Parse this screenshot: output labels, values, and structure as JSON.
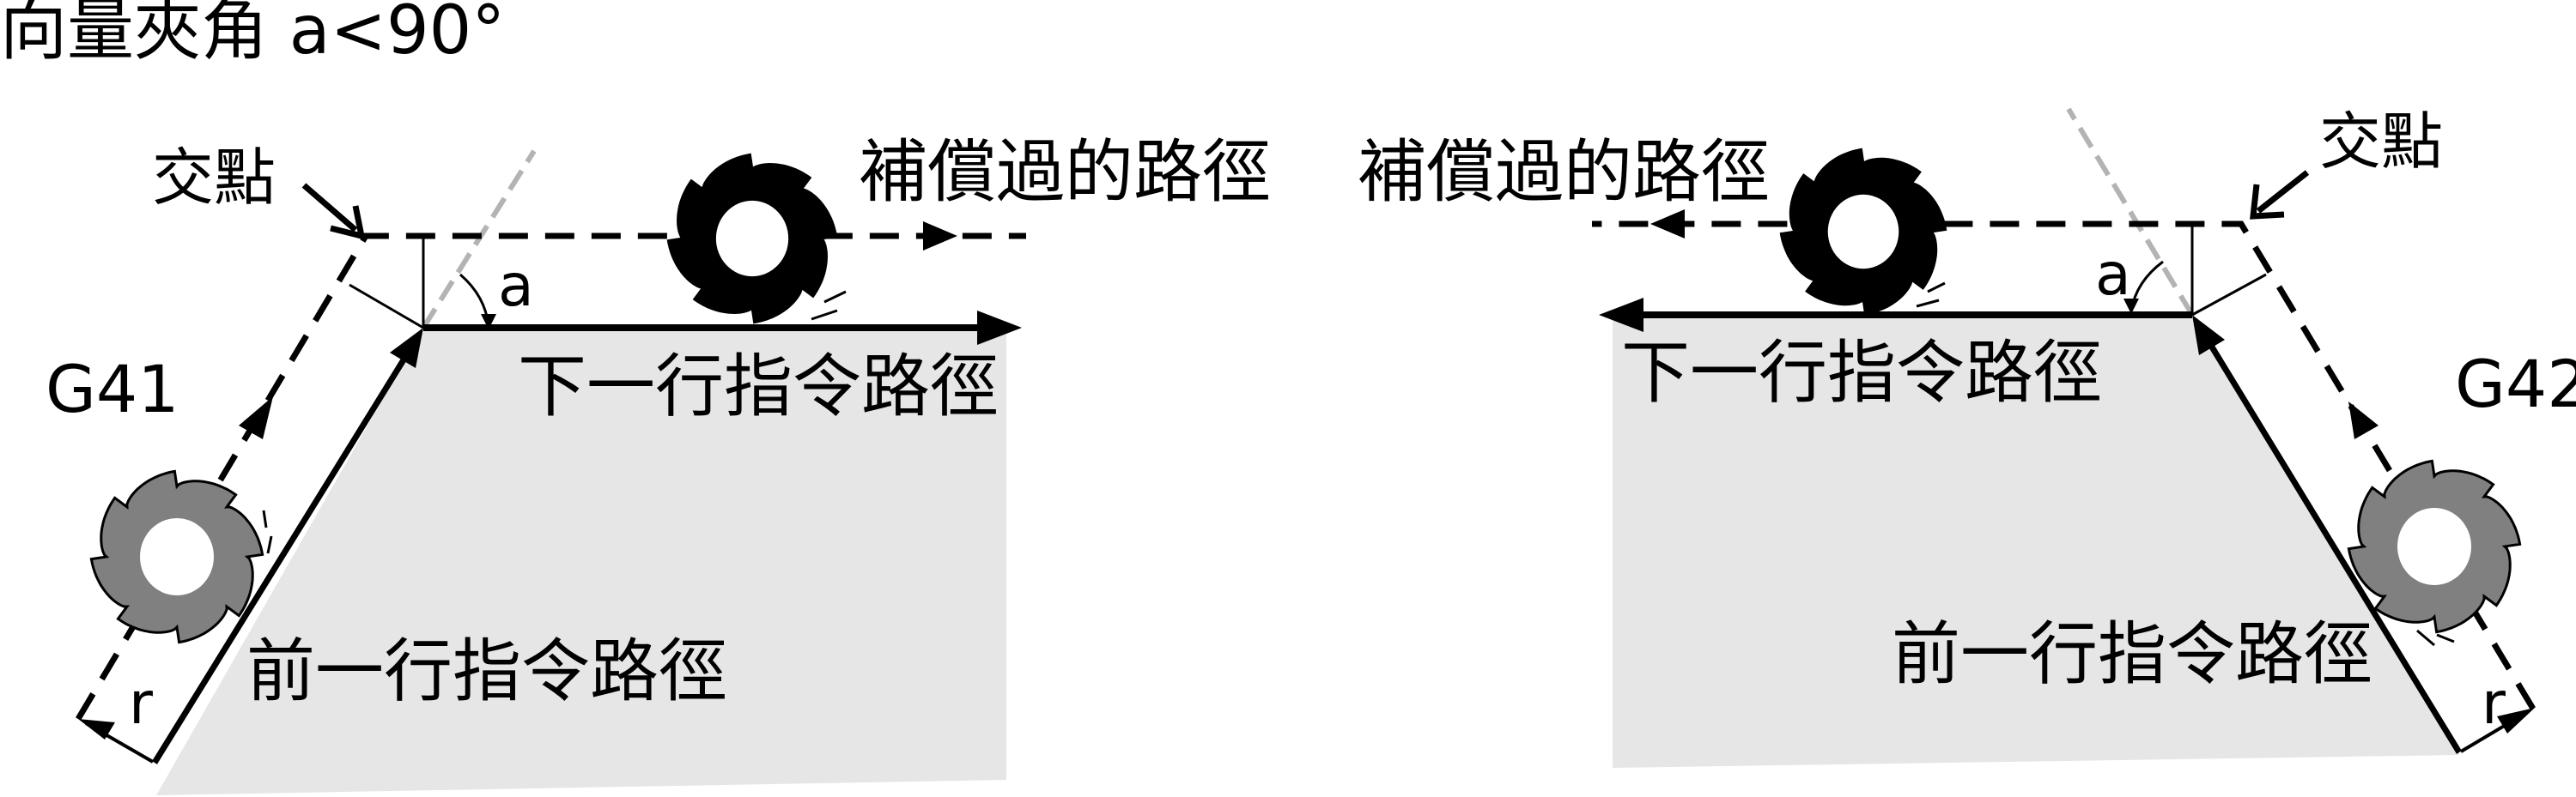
{
  "title": "向量夾角 a<90°",
  "colors": {
    "workpiece": "#e6e6e6",
    "cutter_active": "#000000",
    "cutter_prev": "#808080",
    "extension_line": "#b3b3b3"
  },
  "left": {
    "mode": "G41",
    "intersection_label": "交點",
    "compensated_path_label": "補償過的路徑",
    "next_path_label": "下一行指令路徑",
    "prev_path_label": "前一行指令路徑",
    "angle_label": "a",
    "radius_label": "r"
  },
  "right": {
    "mode": "G42",
    "intersection_label": "交點",
    "compensated_path_label": "補償過的路徑",
    "next_path_label": "下一行指令路徑",
    "prev_path_label": "前一行指令路徑",
    "angle_label": "a",
    "radius_label": "r"
  }
}
